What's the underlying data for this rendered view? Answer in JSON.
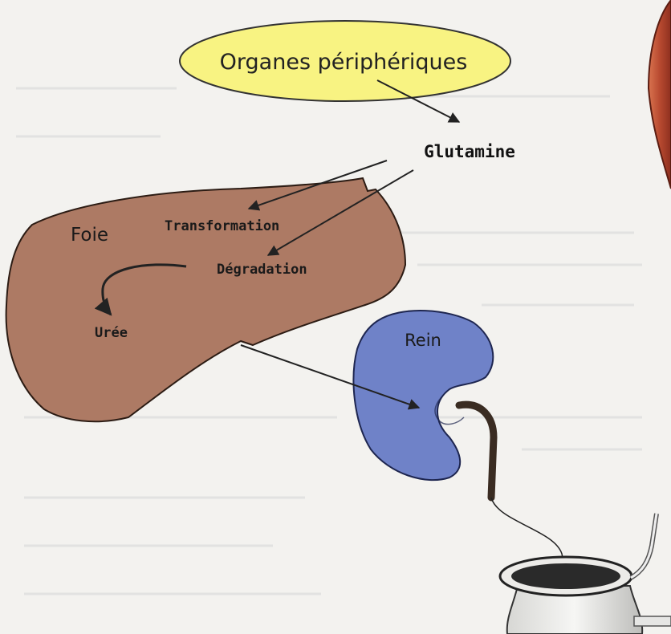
{
  "diagram": {
    "nodes": {
      "peripheral_organs": "Organes périphériques",
      "glutamine": "Glutamine",
      "liver": "Foie",
      "transformation": "Transformation",
      "degradation": "Dégradation",
      "urea": "Urée",
      "kidney": "Rein"
    },
    "colors": {
      "ellipse_fill": "#f8f382",
      "liver_fill": "#ad7a64",
      "kidney_fill": "#6f82c8",
      "muscle_fill": "#c8553a",
      "ureter": "#3a2c22",
      "arrow": "#222222"
    }
  }
}
